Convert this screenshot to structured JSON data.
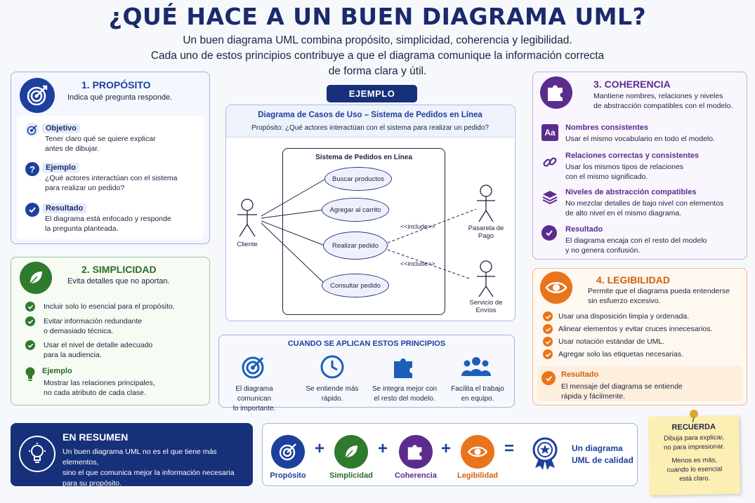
{
  "header": {
    "title": "¿QUÉ HACE A UN BUEN DIAGRAMA UML?",
    "subtitle_1": "Un buen diagrama UML combina propósito, simplicidad, coherencia y legibilidad.",
    "subtitle_2": "Cada uno de estos principios contribuye a que el diagrama comunique la información correcta",
    "subtitle_3": "de forma clara y útil."
  },
  "proposito": {
    "title": "1. PROPÓSITO",
    "desc": "Indica qué pregunta responde.",
    "items": [
      {
        "label": "Objetivo",
        "line1": "Tener claro qué se quiere explicar",
        "line2": "antes de dibujar."
      },
      {
        "label": "Ejemplo",
        "line1": "¿Qué actores interactúan con el sistema",
        "line2": "para realizar un pedido?"
      },
      {
        "label": "Resultado",
        "line1": "El diagrama está enfocado y responde",
        "line2": "la pregunta planteada."
      }
    ]
  },
  "simplicidad": {
    "title": "2. SIMPLICIDAD",
    "desc": "Evita detalles que no aportan.",
    "items": [
      {
        "line1": "Incluir solo lo esencial para el propósito.",
        "line2": ""
      },
      {
        "line1": "Evitar información redundante",
        "line2": "o demasiado técnica."
      },
      {
        "line1": "Usar el nivel de detalle adecuado",
        "line2": "para la audiencia."
      }
    ],
    "example_label": "Ejemplo",
    "example_line1": "Mostrar las relaciones principales,",
    "example_line2": "no cada atributo de cada clase."
  },
  "ejemplo": {
    "badge": "EJEMPLO",
    "diagram_title": "Diagrama de Casos de Uso – Sistema de Pedidos en Línea",
    "diagram_purpose": "Propósito: ¿Qué actores interactúan con el sistema para realizar un pedido?",
    "system_name": "Sistema de Pedidos en Línea",
    "use_cases": [
      "Buscar productos",
      "Agregar al carrito",
      "Realizar pedido",
      "Consultar pedido"
    ],
    "actor_cliente": "Cliente",
    "actor_pasarela_1": "Pasarela de",
    "actor_pasarela_2": "Pago",
    "actor_envios_1": "Servicio de",
    "actor_envios_2": "Envíos",
    "include_label": "<<include>>"
  },
  "aplican": {
    "title": "CUANDO SE APLICAN ESTOS PRINCIPIOS",
    "items": [
      {
        "line1": "El diagrama comunican",
        "line2": "lo importante."
      },
      {
        "line1": "Se entiende más",
        "line2": "rápido."
      },
      {
        "line1": "Se integra mejor con",
        "line2": "el resto del modelo."
      },
      {
        "line1": "Facilita el trabajo",
        "line2": "en equipo."
      }
    ]
  },
  "coherencia": {
    "title": "3. COHERENCIA",
    "desc1": "Mantiene nombres, relaciones y niveles",
    "desc2": "de abstracción compatibles con el modelo.",
    "items": [
      {
        "label": "Nombres consistentes",
        "line1": "Usar el mismo vocabulario en todo el modelo.",
        "line2": ""
      },
      {
        "label": "Relaciones correctas y consistentes",
        "line1": "Usar los mismos tipos de relaciones",
        "line2": "con el mismo significado."
      },
      {
        "label": "Niveles de abstracción compatibles",
        "line1": "No mezclar detalles de bajo nivel con elementos",
        "line2": "de alto nivel en el mismo diagrama."
      },
      {
        "label": "Resultado",
        "line1": "El diagrama encaja con el resto del modelo",
        "line2": "y no genera confusión."
      }
    ],
    "aa_icon": "Aa"
  },
  "legibilidad": {
    "title": "4. LEGIBILIDAD",
    "desc1": "Permite que el diagrama pueda entenderse",
    "desc2": "sin esfuerzo excesivo.",
    "items": [
      "Usar una disposición limpia y ordenada.",
      "Alinear elementos y evitar cruces innecesarios.",
      "Usar notación estándar de UML.",
      "Agregar solo las etiquetas necesarias."
    ],
    "result_label": "Resultado",
    "result_line1": "El mensaje del diagrama se entiende",
    "result_line2": "rápida y fácilmente."
  },
  "resumen": {
    "title": "EN RESUMEN",
    "line1": "Un buen diagrama UML no es el que tiene más elementos,",
    "line2": "sino el que comunica mejor la información necesaria",
    "line3": "para su propósito."
  },
  "formula": {
    "items": [
      "Propósito",
      "Simplicidad",
      "Coherencia",
      "Legibilidad"
    ],
    "plus": "+",
    "equals": "=",
    "result_line1": "Un diagrama",
    "result_line2": "UML de calidad"
  },
  "recuerda": {
    "title": "RECUERDA",
    "line1": "Dibuja para explicar,",
    "line2": "no para impresionar.",
    "line3": "Menos es más,",
    "line4": "cuando lo esencial",
    "line5": "está claro."
  },
  "colors": {
    "blue": "#1d3f9e",
    "green": "#2f7a2d",
    "purple": "#5b2c8e",
    "orange": "#e8741c",
    "navy": "#17307a"
  }
}
